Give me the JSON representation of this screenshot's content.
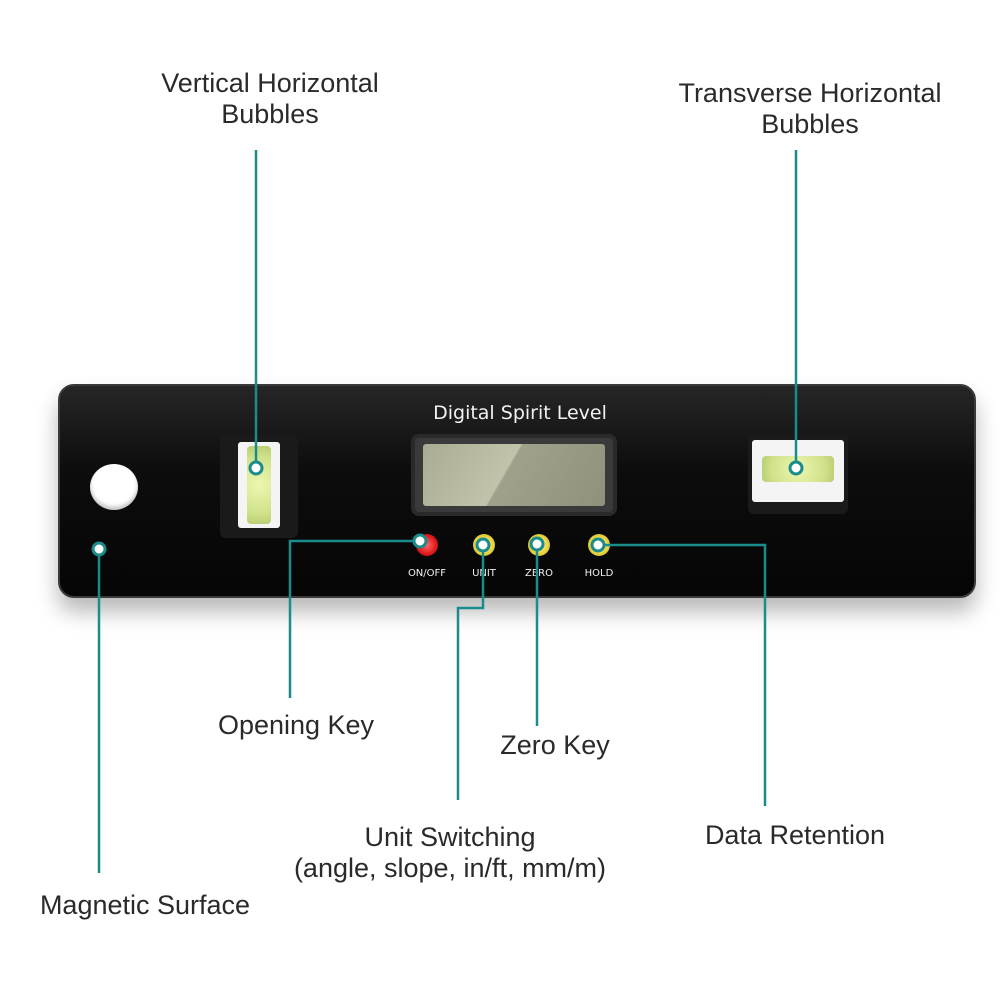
{
  "callouts": {
    "vertical": {
      "line1": "Vertical Horizontal",
      "line2": "Bubbles"
    },
    "transverse": {
      "line1": "Transverse Horizontal",
      "line2": "Bubbles"
    },
    "opening": "Opening Key",
    "zero": "Zero Key",
    "unit": {
      "line1": "Unit Switching",
      "line2": "(angle, slope, in/ft, mm/m)"
    },
    "data_retention": "Data Retention",
    "magnetic": "Magnetic Surface"
  },
  "device": {
    "title": "Digital Spirit Level",
    "buttons": [
      {
        "label": "ON/OFF",
        "color": "red"
      },
      {
        "label": "UNIT",
        "color": "yellow"
      },
      {
        "label": "ZERO",
        "color": "yellow"
      },
      {
        "label": "HOLD",
        "color": "yellow"
      }
    ]
  },
  "colors": {
    "leader": "#1a8c8c",
    "body": "#0b0b0b",
    "text": "#2a2a2a"
  }
}
